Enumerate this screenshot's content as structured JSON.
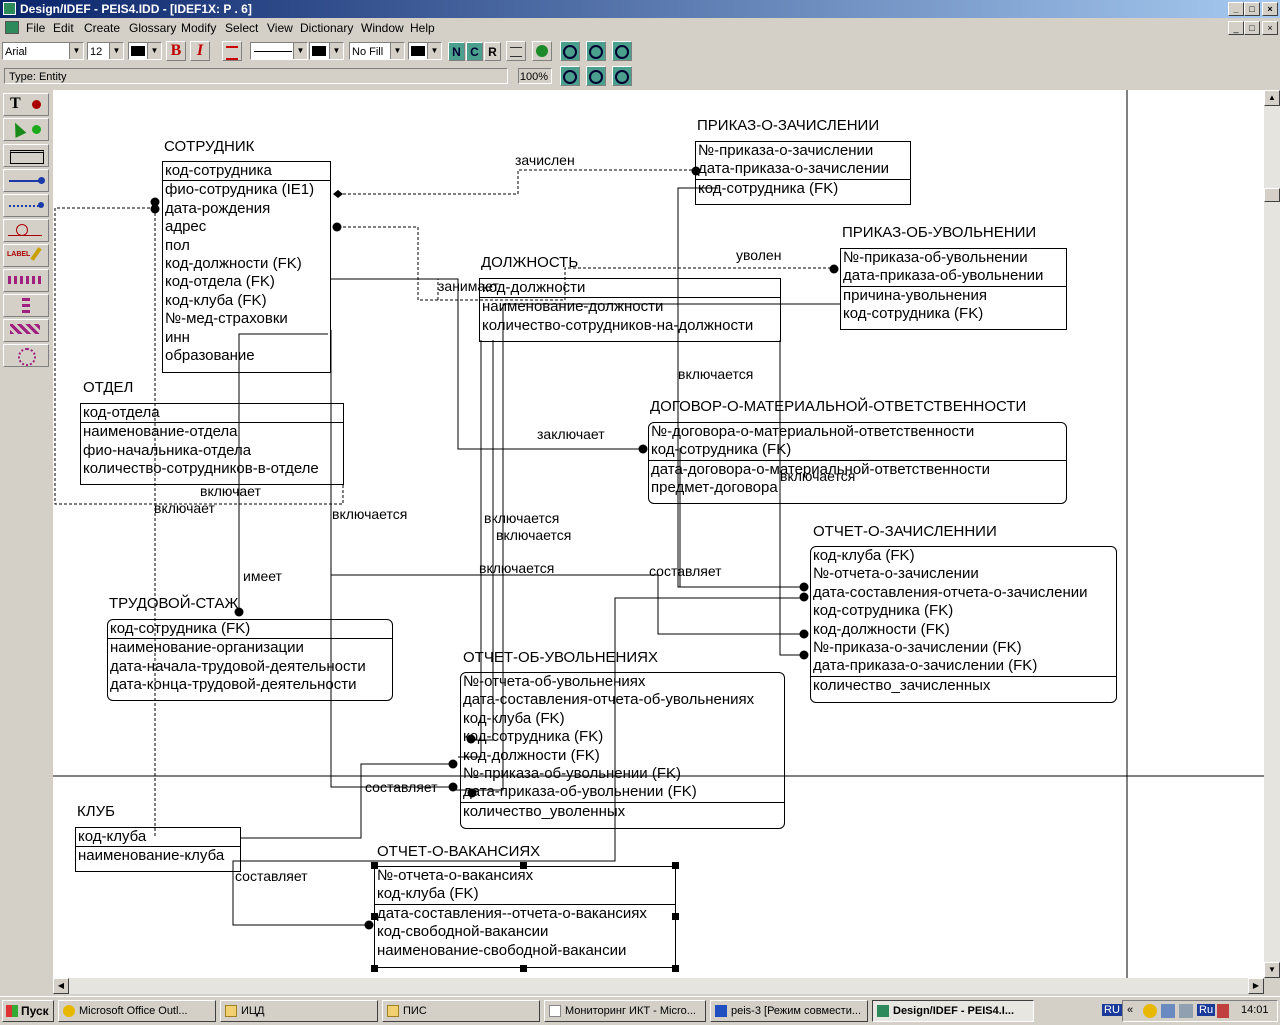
{
  "window": {
    "title": "Design/IDEF - PEIS4.IDD - [IDEF1X:  P . 6]",
    "buttons": {
      "minimize": "_",
      "maximize": "□",
      "close": "×"
    }
  },
  "menu": [
    "File",
    "Edit",
    "Create",
    "Glossary",
    "Modify",
    "Select",
    "View",
    "Dictionary",
    "Window",
    "Help"
  ],
  "toolbar": {
    "font": "Arial",
    "size": "12",
    "fill": "No Fill",
    "bold": "B",
    "italic": "I",
    "n_label": "N",
    "c_label": "C",
    "r_label": "R"
  },
  "status": {
    "type_text": "Type: Entity",
    "zoom": "100%"
  },
  "palette": {
    "text_tool": "T",
    "label_tool": "LABEL"
  },
  "entities": [
    {
      "name": "СОТРУДНИК",
      "key": [
        "код-сотрудника"
      ],
      "attrs": [
        "фио-сотрудника (IE1)",
        "дата-рождения",
        "адрес",
        "пол",
        "код-должности (FK)",
        "код-отдела (FK)",
        "код-клуба (FK)",
        "№-мед-страховки",
        "инн",
        "образование"
      ]
    },
    {
      "name": "ПРИКАЗ-О-ЗАЧИСЛЕНИИ",
      "key": [
        "№-приказа-о-зачислении",
        "дата-приказа-о-зачислении"
      ],
      "attrs": [
        "код-сотрудника (FK)"
      ]
    },
    {
      "name": "ПРИКАЗ-ОБ-УВОЛЬНЕНИИ",
      "key": [
        "№-приказа-об-увольнении",
        "дата-приказа-об-увольнении"
      ],
      "attrs": [
        "причина-увольнения",
        "код-сотрудника (FK)"
      ]
    },
    {
      "name": "ДОЛЖНОСТЬ",
      "key": [
        "код-должности"
      ],
      "attrs": [
        "наименование-должности",
        "количество-сотрудников-на-должности"
      ]
    },
    {
      "name": "ОТДЕЛ",
      "key": [
        "код-отдела"
      ],
      "attrs": [
        "наименование-отдела",
        "фио-начальника-отдела",
        "количество-сотрудников-в-отделе"
      ]
    },
    {
      "name": "ДОГОВОР-О-МАТЕРИАЛЬНОЙ-ОТВЕТСТВЕННОСТИ",
      "key": [
        "№-договора-о-материальной-ответственности",
        "код-сотрудника (FK)"
      ],
      "attrs": [
        "дата-договора-о-материальной-ответственности",
        "предмет-договора"
      ]
    },
    {
      "name": "ОТЧЕТ-О-ЗАЧИСЛЕННИИ",
      "key": [
        "код-клуба (FK)",
        "№-отчета-о-зачислении",
        "дата-составления-отчета-о-зачислении",
        "код-сотрудника (FK)",
        "код-должности (FK)",
        "№-приказа-о-зачислении (FK)",
        "дата-приказа-о-зачислении (FK)"
      ],
      "attrs": [
        "количество_зачисленных"
      ]
    },
    {
      "name": "ТРУДОВОЙ-СТАЖ",
      "key": [
        "код-сотрудника (FK)"
      ],
      "attrs": [
        "наименование-организации",
        "дата-начала-трудовой-деятельности",
        "дата-конца-трудовой-деятельности"
      ]
    },
    {
      "name": "ОТЧЕТ-ОБ-УВОЛЬНЕНИЯХ",
      "key": [
        "№-отчета-об-увольнениях",
        "дата-составления-отчета-об-увольнениях",
        "код-клуба (FK)",
        "код-сотрудника (FK)",
        "код-должности (FK)",
        "№-приказа-об-увольнении (FK)",
        "дата-приказа-об-увольнении (FK)"
      ],
      "attrs": [
        "количество_уволенных"
      ]
    },
    {
      "name": "КЛУБ",
      "key": [
        "код-клуба"
      ],
      "attrs": [
        "наименование-клуба"
      ]
    },
    {
      "name": "ОТЧЕТ-О-ВАКАНСИЯХ",
      "key": [
        "№-отчета-о-вакансиях",
        "код-клуба (FK)"
      ],
      "attrs": [
        "дата-составления--отчета-о-вакансиях",
        "код-свободной-вакансии",
        "наименование-свободной-вакансии"
      ]
    }
  ],
  "relationships": [
    "зачислен",
    "уволен",
    "занимает",
    "включается",
    "заключает",
    "включается",
    "включает",
    "включает",
    "включается",
    "включается",
    "включается",
    "имеет",
    "включается",
    "составляет",
    "составляет",
    "составляет"
  ],
  "taskbar": {
    "start": "Пуск",
    "tasks": [
      "Microsoft Office Outl...",
      "ИЦД",
      "ПИС",
      "Мониторинг ИКТ - Micro...",
      "peis-3 [Режим совмести...",
      "Design/IDEF - PEIS4.I..."
    ],
    "lang1": "RU",
    "lang2": "Ru",
    "chevron": "«",
    "clock": "14:01"
  }
}
